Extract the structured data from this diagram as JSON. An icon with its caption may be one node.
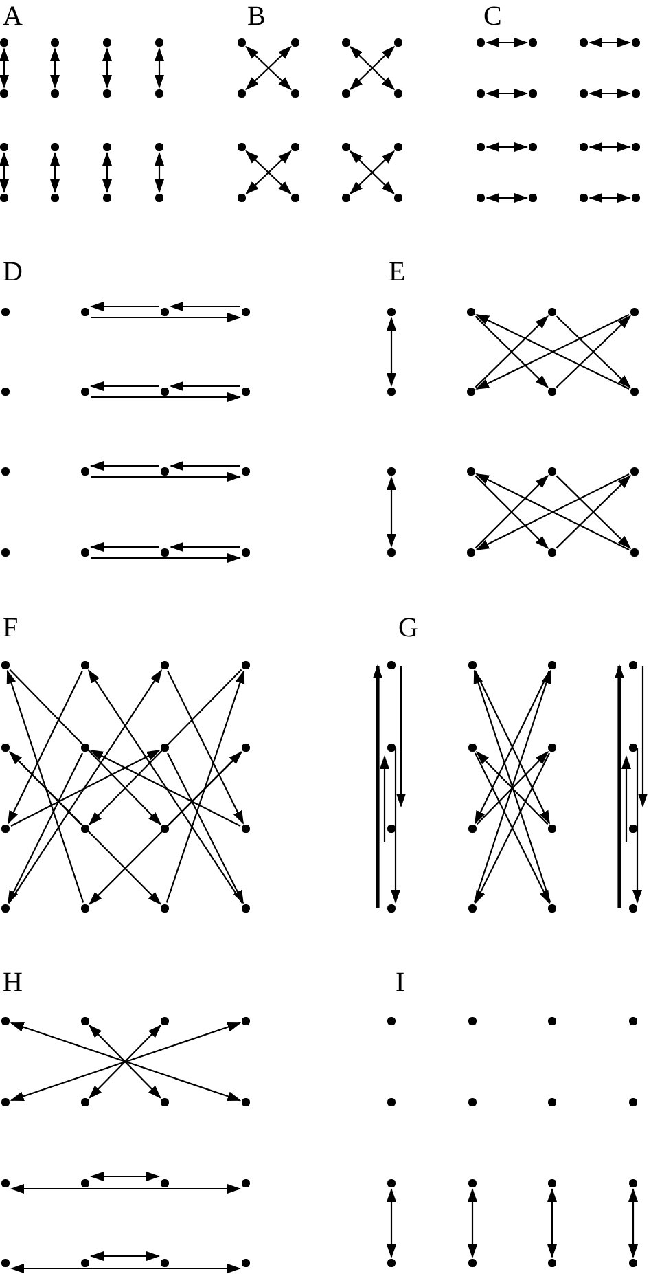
{
  "diagram": {
    "nodes": [
      {
        "text": [],
        "shape": "circle"
      },
      {
        "text": [],
        "shape": "circle"
      },
      {
        "text": [],
        "shape": "circle"
      },
      {
        "text": [],
        "shape": "circle"
      },
      {
        "text": [],
        "shape": "circle"
      },
      {
        "text": [],
        "shape": "circle"
      },
      {
        "text": [],
        "shape": "circle"
      },
      {
        "text": [],
        "shape": "circle"
      },
      {
        "text": [],
        "shape": "circle"
      },
      {
        "text": [],
        "shape": "circle"
      },
      {
        "text": [],
        "shape": "circle"
      },
      {
        "text": [],
        "shape": "circle"
      },
      {
        "text": [],
        "shape": "circle"
      },
      {
        "text": [],
        "shape": "circle"
      },
      {
        "text": [],
        "shape": "circle"
      },
      {
        "text": [],
        "shape": "circle"
      },
      {
        "text": [],
        "shape": "circle"
      },
      {
        "text": [],
        "shape": "circle"
      },
      {
        "text": [],
        "shape": "circle"
      },
      {
        "text": [],
        "shape": "circle"
      },
      {
        "text": [],
        "shape": "circle"
      },
      {
        "text": [],
        "shape": "circle"
      },
      {
        "text": [],
        "shape": "circle"
      },
      {
        "text": [],
        "shape": "circle"
      },
      {
        "text": [],
        "shape": "circle"
      },
      {
        "text": [],
        "shape": "circle"
      },
      {
        "text": [],
        "shape": "circle"
      },
      {
        "text": [],
        "shape": "circle"
      },
      {
        "text": [],
        "shape": "circle"
      },
      {
        "text": [],
        "shape": "circle"
      },
      {
        "text": [],
        "shape": "circle"
      },
      {
        "text": [],
        "shape": "circle"
      },
      {
        "text": [],
        "shape": "circle"
      },
      {
        "text": [],
        "shape": "circle"
      },
      {
        "text": [],
        "shape": "circle"
      },
      {
        "text": [],
        "shape": "circle"
      },
      {
        "text": [],
        "shape": "circle"
      },
      {
        "text": [],
        "shape": "circle"
      },
      {
        "text": [],
        "shape": "circle"
      },
      {
        "text": [],
        "shape": "circle"
      },
      {
        "text": [],
        "shape": "circle"
      },
      {
        "text": [],
        "shape": "circle"
      },
      {
        "text": [],
        "shape": "circle"
      },
      {
        "text": [],
        "shape": "circle"
      },
      {
        "text": [],
        "shape": "circle"
      },
      {
        "text": [],
        "shape": "circle"
      },
      {
        "text": [],
        "shape": "circle"
      },
      {
        "text": [],
        "shape": "circle"
      },
      {
        "text": [],
        "shape": "circle"
      },
      {
        "text": [],
        "shape": "circle"
      },
      {
        "text": [],
        "shape": "circle"
      },
      {
        "text": [],
        "shape": "circle"
      },
      {
        "text": [],
        "shape": "circle"
      },
      {
        "text": [],
        "shape": "circle"
      },
      {
        "text": [],
        "shape": "circle"
      },
      {
        "text": [],
        "shape": "circle"
      },
      {
        "text": [],
        "shape": "circle"
      },
      {
        "text": [],
        "shape": "circle"
      },
      {
        "text": [],
        "shape": "circle"
      },
      {
        "text": [],
        "shape": "circle"
      },
      {
        "text": [],
        "shape": "circle"
      },
      {
        "text": [],
        "shape": "circle"
      },
      {
        "text": [],
        "shape": "circle"
      },
      {
        "text": [],
        "shape": "circle"
      },
      {
        "text": [],
        "shape": "circle"
      },
      {
        "text": [],
        "shape": "circle"
      },
      {
        "text": [],
        "shape": "circle"
      },
      {
        "text": [],
        "shape": "circle"
      },
      {
        "text": [],
        "shape": "circle"
      },
      {
        "text": [],
        "shape": "circle"
      },
      {
        "text": [],
        "shape": "circle"
      },
      {
        "text": [],
        "shape": "circle"
      },
      {
        "text": [],
        "shape": "circle"
      },
      {
        "text": [],
        "shape": "circle"
      },
      {
        "text": [],
        "shape": "circle"
      },
      {
        "text": [],
        "shape": "circle"
      },
      {
        "text": [],
        "shape": "circle"
      },
      {
        "text": [],
        "shape": "circle"
      },
      {
        "text": [],
        "shape": "circle"
      },
      {
        "text": [],
        "shape": "circle"
      },
      {
        "text": [],
        "shape": "circle"
      },
      {
        "text": [],
        "shape": "circle"
      },
      {
        "text": [],
        "shape": "circle"
      },
      {
        "text": [],
        "shape": "circle"
      },
      {
        "text": [],
        "shape": "circle"
      },
      {
        "text": [],
        "shape": "circle"
      },
      {
        "text": [],
        "shape": "circle"
      },
      {
        "text": [],
        "shape": "circle"
      },
      {
        "text": [],
        "shape": "circle"
      },
      {
        "text": [],
        "shape": "circle"
      },
      {
        "text": [],
        "shape": "circle"
      },
      {
        "text": [],
        "shape": "circle"
      },
      {
        "text": [],
        "shape": "circle"
      },
      {
        "text": [],
        "shape": "circle"
      },
      {
        "text": [],
        "shape": "circle"
      },
      {
        "text": [],
        "shape": "circle"
      },
      {
        "text": [],
        "shape": "circle"
      },
      {
        "text": [],
        "shape": "circle"
      },
      {
        "text": [],
        "shape": "circle"
      },
      {
        "text": [],
        "shape": "circle"
      },
      {
        "text": [],
        "shape": "circle"
      },
      {
        "text": [],
        "shape": "circle"
      },
      {
        "text": [],
        "shape": "circle"
      },
      {
        "text": [],
        "shape": "circle"
      },
      {
        "text": [],
        "shape": "circle"
      },
      {
        "text": [],
        "shape": "circle"
      },
      {
        "text": [],
        "shape": "circle"
      },
      {
        "text": [],
        "shape": "circle"
      },
      {
        "text": [],
        "shape": "circle"
      },
      {
        "text": [],
        "shape": "circle"
      },
      {
        "text": [],
        "shape": "circle"
      },
      {
        "text": [],
        "shape": "circle"
      },
      {
        "text": [],
        "shape": "circle"
      },
      {
        "text": [],
        "shape": "circle"
      },
      {
        "text": [],
        "shape": "circle"
      },
      {
        "text": [],
        "shape": "circle"
      },
      {
        "text": [],
        "shape": "circle"
      },
      {
        "text": [],
        "shape": "circle"
      },
      {
        "text": [],
        "shape": "circle"
      },
      {
        "text": [],
        "shape": "circle"
      },
      {
        "text": [],
        "shape": "circle"
      },
      {
        "text": [],
        "shape": "circle"
      },
      {
        "text": [],
        "shape": "circle"
      },
      {
        "text": [],
        "shape": "circle"
      },
      {
        "text": [],
        "shape": "circle"
      },
      {
        "text": [],
        "shape": "circle"
      },
      {
        "text": [],
        "shape": "circle"
      },
      {
        "text": [],
        "shape": "circle"
      },
      {
        "text": [],
        "shape": "circle"
      },
      {
        "text": [],
        "shape": "circle"
      },
      {
        "text": [],
        "shape": "circle"
      },
      {
        "text": [],
        "shape": "circle"
      },
      {
        "text": [],
        "shape": "circle"
      },
      {
        "text": [],
        "shape": "circle"
      },
      {
        "text": [],
        "shape": "circle"
      },
      {
        "text": [],
        "shape": "circle"
      },
      {
        "text": [],
        "shape": "circle"
      },
      {
        "text": [],
        "shape": "circle"
      },
      {
        "text": [],
        "shape": "circle"
      },
      {
        "text": [],
        "shape": "circle"
      },
      {
        "text": [],
        "shape": "circle"
      },
      {
        "text": [],
        "shape": "circle"
      },
      {
        "text": [],
        "shape": "circle"
      },
      {
        "text": [],
        "shape": "circle"
      }
    ],
    "edges": [
      {
        "from": 0,
        "to": 4,
        "arrow": "both"
      },
      {
        "from": 1,
        "to": 5,
        "arrow": "both"
      },
      {
        "from": 2,
        "to": 6,
        "arrow": "both"
      },
      {
        "from": 3,
        "to": 7,
        "arrow": "both"
      },
      {
        "from": 8,
        "to": 12,
        "arrow": "both"
      },
      {
        "from": 9,
        "to": 13,
        "arrow": "both"
      },
      {
        "from": 10,
        "to": 14,
        "arrow": "both"
      },
      {
        "from": 11,
        "to": 15,
        "arrow": "both"
      },
      {
        "from": 16,
        "to": 21,
        "arrow": "both"
      },
      {
        "from": 17,
        "to": 20,
        "arrow": "both"
      },
      {
        "from": 18,
        "to": 23,
        "arrow": "both"
      },
      {
        "from": 19,
        "to": 22,
        "arrow": "both"
      },
      {
        "from": 24,
        "to": 29,
        "arrow": "both"
      },
      {
        "from": 25,
        "to": 28,
        "arrow": "both"
      },
      {
        "from": 26,
        "to": 31,
        "arrow": "both"
      },
      {
        "from": 27,
        "to": 30,
        "arrow": "both"
      },
      {
        "from": 32,
        "to": 33,
        "arrow": "both"
      },
      {
        "from": 34,
        "to": 35,
        "arrow": "both"
      },
      {
        "from": 36,
        "to": 37,
        "arrow": "both"
      },
      {
        "from": 38,
        "to": 39,
        "arrow": "both"
      },
      {
        "from": 40,
        "to": 41,
        "arrow": "both"
      },
      {
        "from": 42,
        "to": 43,
        "arrow": "both"
      },
      {
        "from": 44,
        "to": 45,
        "arrow": "both"
      },
      {
        "from": 46,
        "to": 47,
        "arrow": "both"
      },
      {
        "from": 51,
        "to": 50,
        "arrow": "to"
      },
      {
        "from": 50,
        "to": 49,
        "arrow": "to"
      },
      {
        "from": 49,
        "to": 51,
        "arrow": "to"
      },
      {
        "from": 55,
        "to": 54,
        "arrow": "to"
      },
      {
        "from": 54,
        "to": 53,
        "arrow": "to"
      },
      {
        "from": 53,
        "to": 55,
        "arrow": "to"
      },
      {
        "from": 59,
        "to": 58,
        "arrow": "to"
      },
      {
        "from": 58,
        "to": 57,
        "arrow": "to"
      },
      {
        "from": 57,
        "to": 59,
        "arrow": "to"
      },
      {
        "from": 63,
        "to": 62,
        "arrow": "to"
      },
      {
        "from": 62,
        "to": 61,
        "arrow": "to"
      },
      {
        "from": 61,
        "to": 63,
        "arrow": "to"
      },
      {
        "from": 64,
        "to": 68,
        "arrow": "both"
      },
      {
        "from": 65,
        "to": 70,
        "arrow": "to"
      },
      {
        "from": 66,
        "to": 71,
        "arrow": "to"
      },
      {
        "from": 69,
        "to": 66,
        "arrow": "to"
      },
      {
        "from": 70,
        "to": 67,
        "arrow": "to"
      },
      {
        "from": 67,
        "to": 69,
        "arrow": "to"
      },
      {
        "from": 71,
        "to": 65,
        "arrow": "to"
      },
      {
        "from": 72,
        "to": 76,
        "arrow": "both"
      },
      {
        "from": 73,
        "to": 78,
        "arrow": "to"
      },
      {
        "from": 74,
        "to": 79,
        "arrow": "to"
      },
      {
        "from": 77,
        "to": 74,
        "arrow": "to"
      },
      {
        "from": 78,
        "to": 75,
        "arrow": "to"
      },
      {
        "from": 75,
        "to": 77,
        "arrow": "to"
      },
      {
        "from": 79,
        "to": 73,
        "arrow": "to"
      },
      {
        "from": 80,
        "to": 90,
        "arrow": "to"
      },
      {
        "from": 93,
        "to": 80,
        "arrow": "to"
      },
      {
        "from": 81,
        "to": 88,
        "arrow": "to"
      },
      {
        "from": 95,
        "to": 81,
        "arrow": "to"
      },
      {
        "from": 82,
        "to": 91,
        "arrow": "to"
      },
      {
        "from": 92,
        "to": 82,
        "arrow": "to"
      },
      {
        "from": 83,
        "to": 89,
        "arrow": "to"
      },
      {
        "from": 94,
        "to": 83,
        "arrow": "to"
      },
      {
        "from": 84,
        "to": 94,
        "arrow": "to"
      },
      {
        "from": 89,
        "to": 84,
        "arrow": "to"
      },
      {
        "from": 85,
        "to": 92,
        "arrow": "to"
      },
      {
        "from": 91,
        "to": 85,
        "arrow": "to"
      },
      {
        "from": 86,
        "to": 95,
        "arrow": "to"
      },
      {
        "from": 88,
        "to": 86,
        "arrow": "to"
      },
      {
        "from": 87,
        "to": 93,
        "arrow": "to"
      },
      {
        "from": 90,
        "to": 87,
        "arrow": "to"
      },
      {
        "from": 108,
        "to": 96,
        "arrow": "to",
        "style": "thick"
      },
      {
        "from": 104,
        "to": 100,
        "arrow": "to"
      },
      {
        "from": 96,
        "to": 104,
        "arrow": "to"
      },
      {
        "from": 100,
        "to": 108,
        "arrow": "to"
      },
      {
        "from": 110,
        "to": 97,
        "arrow": "to"
      },
      {
        "from": 109,
        "to": 98,
        "arrow": "to"
      },
      {
        "from": 106,
        "to": 101,
        "arrow": "to"
      },
      {
        "from": 105,
        "to": 102,
        "arrow": "to"
      },
      {
        "from": 98,
        "to": 105,
        "arrow": "to"
      },
      {
        "from": 97,
        "to": 106,
        "arrow": "to"
      },
      {
        "from": 102,
        "to": 109,
        "arrow": "to"
      },
      {
        "from": 101,
        "to": 110,
        "arrow": "to"
      },
      {
        "from": 111,
        "to": 99,
        "arrow": "to",
        "style": "thick"
      },
      {
        "from": 107,
        "to": 103,
        "arrow": "to"
      },
      {
        "from": 99,
        "to": 107,
        "arrow": "to"
      },
      {
        "from": 103,
        "to": 111,
        "arrow": "to"
      },
      {
        "from": 112,
        "to": 119,
        "arrow": "both"
      },
      {
        "from": 115,
        "to": 116,
        "arrow": "both"
      },
      {
        "from": 113,
        "to": 118,
        "arrow": "both"
      },
      {
        "from": 114,
        "to": 117,
        "arrow": "both"
      },
      {
        "from": 121,
        "to": 122,
        "arrow": "both"
      },
      {
        "from": 120,
        "to": 123,
        "arrow": "both"
      },
      {
        "from": 125,
        "to": 126,
        "arrow": "both"
      },
      {
        "from": 124,
        "to": 127,
        "arrow": "both"
      },
      {
        "from": 136,
        "to": 140,
        "arrow": "both"
      },
      {
        "from": 137,
        "to": 141,
        "arrow": "both"
      },
      {
        "from": 138,
        "to": 142,
        "arrow": "both"
      },
      {
        "from": 139,
        "to": 143,
        "arrow": "both"
      }
    ],
    "labels": [
      "A",
      "B",
      "C",
      "D",
      "E",
      "F",
      "G",
      "H",
      "I"
    ]
  }
}
